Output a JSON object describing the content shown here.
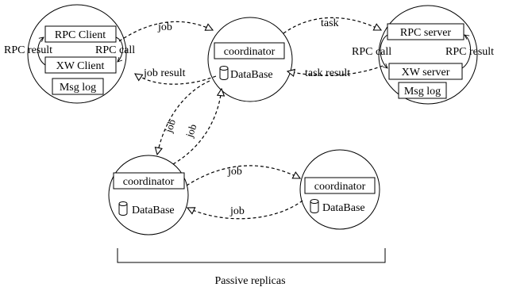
{
  "nodes": {
    "client": {
      "rpc_client": "RPC Client",
      "xw_client": "XW Client",
      "msg_log": "Msg log",
      "rpc_result": "RPC result",
      "rpc_call": "RPC call"
    },
    "coordinator_main": {
      "coordinator": "coordinator",
      "database": "DataBase"
    },
    "server": {
      "rpc_server": "RPC server",
      "xw_server": "XW server",
      "msg_log": "Msg log",
      "rpc_call": "RPC call",
      "rpc_result": "RPC result"
    },
    "replica_left": {
      "coordinator": "coordinator",
      "database": "DataBase"
    },
    "replica_right": {
      "coordinator": "coordinator",
      "database": "DataBase"
    }
  },
  "edges": {
    "client_to_coord": "job",
    "coord_to_client": "job result",
    "coord_to_server": "task",
    "server_to_coord": "task result",
    "coord_to_replica_down": "job",
    "replica_to_coord_up": "job",
    "replica_left_to_right": "job",
    "replica_right_to_left": "job"
  },
  "group_label": "Passive replicas"
}
